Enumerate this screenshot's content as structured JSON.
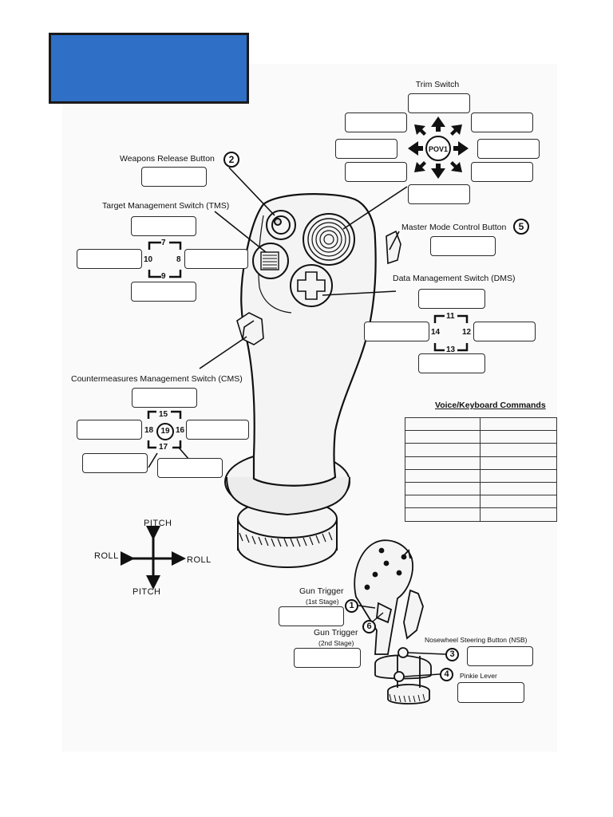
{
  "colors": {
    "title_fill": "#2f6fc6",
    "outline": "#1a1a1a",
    "stick_fill": "#f4f4f4"
  },
  "labels": {
    "trim": "Trim Switch",
    "pov": "POV1",
    "weapons": "Weapons Release Button",
    "weapons_no": "2",
    "tms": "Target Management Switch (TMS)",
    "mmc": "Master Mode Control Button",
    "mmc_no": "5",
    "dms": "Data Management Switch (DMS)",
    "cms": "Countermeasures Management Switch (CMS)",
    "gun1": "Gun Trigger",
    "gun1_sub": "(1st Stage)",
    "gun1_no": "1",
    "gun2": "Gun Trigger",
    "gun2_sub": "(2nd Stage)",
    "gun2_no": "6",
    "nsb": "Nosewheel Steering Button (NSB)",
    "nsb_no": "3",
    "pinkie": "Pinkie Lever",
    "pinkie_no": "4"
  },
  "tms_numbers": {
    "up": "7",
    "right": "8",
    "down": "9",
    "left": "10"
  },
  "dms_numbers": {
    "up": "11",
    "right": "12",
    "down": "13",
    "left": "14"
  },
  "cms_numbers": {
    "up": "15",
    "right": "16",
    "down": "17",
    "left": "18",
    "center": "19"
  },
  "axes": {
    "up": "PITCH",
    "down": "PITCH",
    "left": "ROLL",
    "right": "ROLL"
  },
  "voice_table": {
    "title": "Voice/Keyboard Commands",
    "rows": [
      [
        "",
        ""
      ],
      [
        "",
        ""
      ],
      [
        "",
        ""
      ],
      [
        "",
        ""
      ],
      [
        "",
        ""
      ],
      [
        "",
        ""
      ],
      [
        "",
        ""
      ],
      [
        "",
        ""
      ]
    ]
  }
}
